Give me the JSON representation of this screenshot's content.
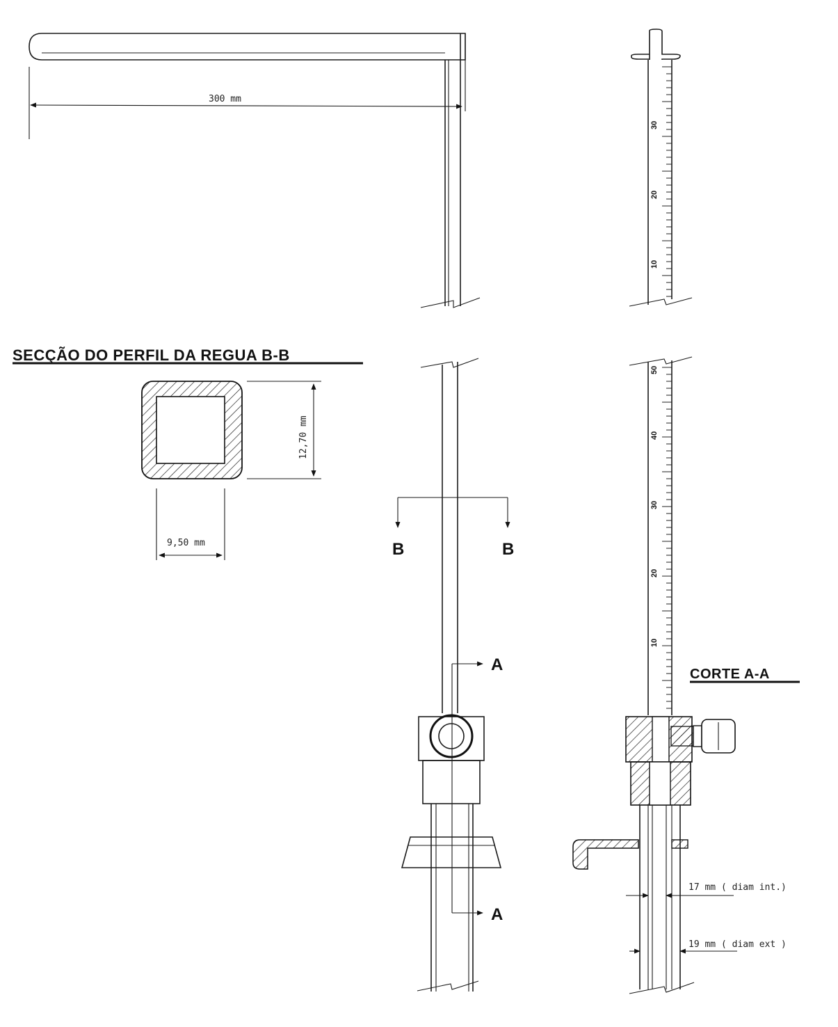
{
  "labels": {
    "section_title": "SECÇÃO DO PERFIL DA REGUA B-B",
    "cut_title": "CORTE A-A",
    "dim_length": "300 mm",
    "dim_height": "12,70 mm",
    "dim_width": "9,50 mm",
    "dim_inner_diameter": "17 mm ( diam  int.)",
    "dim_outer_diameter": "19 mm ( diam  ext )",
    "section_b_left": "B",
    "section_b_right": "B",
    "section_a_top": "A",
    "section_a_bottom": "A"
  },
  "scale_marks": {
    "upper_ruler": [
      "30",
      "20",
      "10"
    ],
    "lower_ruler": [
      "10",
      "20",
      "30",
      "40",
      "50"
    ]
  }
}
